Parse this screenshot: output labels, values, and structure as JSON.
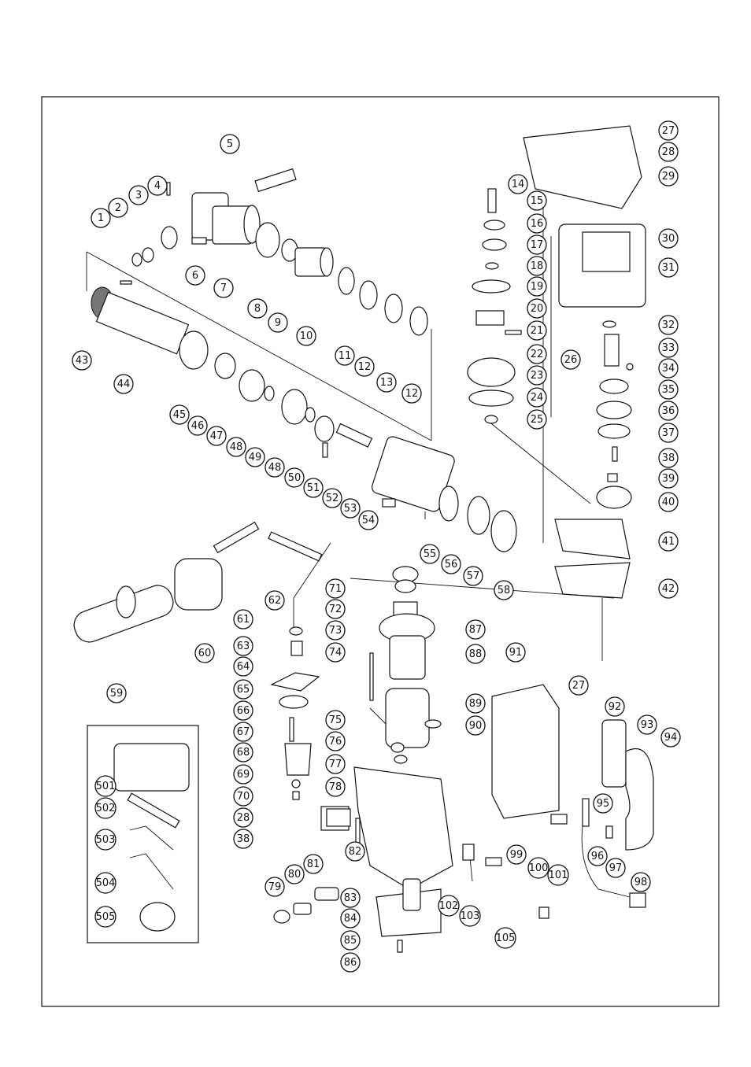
{
  "callout_numbers": [
    "1",
    "2",
    "3",
    "4",
    "5",
    "6",
    "7",
    "8",
    "9",
    "10",
    "11",
    "12",
    "13",
    "12",
    "14",
    "15",
    "16",
    "17",
    "18",
    "19",
    "20",
    "21",
    "22",
    "23",
    "24",
    "25",
    "26",
    "27",
    "28",
    "29",
    "30",
    "31",
    "32",
    "33",
    "34",
    "35",
    "36",
    "37",
    "38",
    "39",
    "40",
    "41",
    "42",
    "43",
    "44",
    "45",
    "46",
    "47",
    "48",
    "49",
    "48",
    "50",
    "51",
    "52",
    "53",
    "54",
    "55",
    "56",
    "57",
    "58",
    "59",
    "60",
    "61",
    "62",
    "63",
    "64",
    "65",
    "66",
    "67",
    "68",
    "69",
    "70",
    "28",
    "38",
    "71",
    "72",
    "73",
    "74",
    "75",
    "76",
    "77",
    "78",
    "79",
    "80",
    "81",
    "82",
    "83",
    "84",
    "85",
    "86",
    "87",
    "88",
    "89",
    "90",
    "91",
    "27",
    "92",
    "93",
    "94",
    "95",
    "96",
    "97",
    "98",
    "99",
    "100",
    "101",
    "102",
    "103",
    "105",
    "501",
    "502",
    "503",
    "504",
    "505"
  ]
}
